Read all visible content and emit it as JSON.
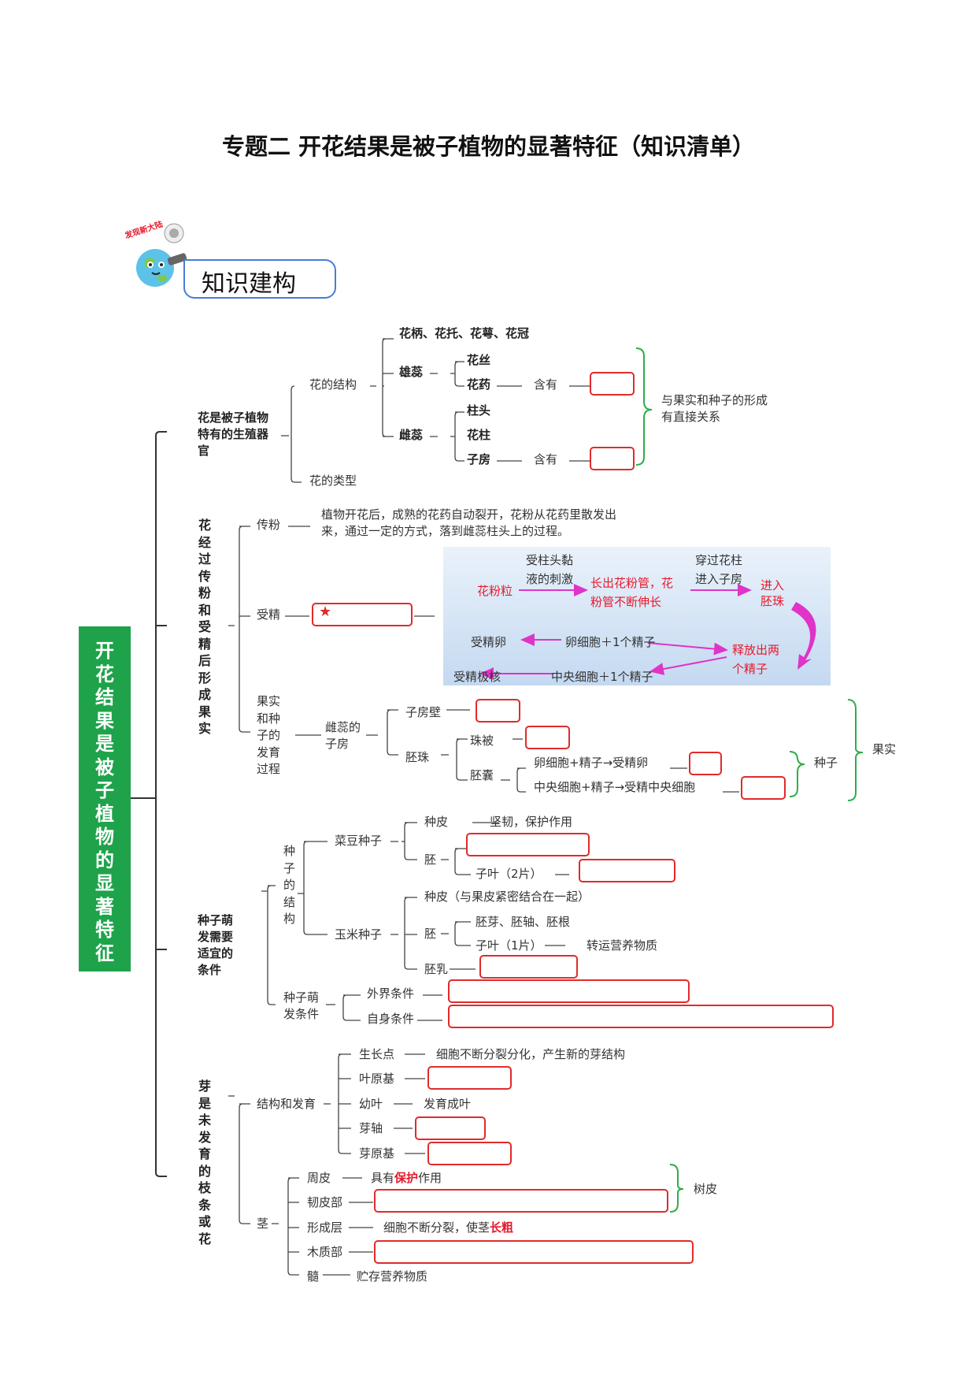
{
  "title": "专题二  开花结果是被子植物的显著特征（知识清单）",
  "section_title": "知识建构",
  "mascot_text": "发现新大陆",
  "main_topic": "开花结果是被子植物的显著特征",
  "flower": {
    "label": "花是被子植物特有的生殖器官",
    "structure": "花的结构",
    "types": "花的类型",
    "parts1": "花柄、花托、花萼、花冠",
    "stamen": "雄蕊",
    "filament": "花丝",
    "anther": "花药",
    "pistil": "雌蕊",
    "stigma": "柱头",
    "style": "花柱",
    "ovary": "子房",
    "contains": "含有",
    "relation": "与果实和种子的形成有直接关系"
  },
  "fruiting": {
    "label": "花经过传粉和受精后形成果实",
    "pollination": "传粉",
    "pollination_desc": "植物开花后，成熟的花药自动裂开，花粉从花药里散发出来，通过一定的方式，落到雌蕊柱头上的过程。",
    "fertilization": "受精",
    "star": "★",
    "fert": {
      "pollen": "花粉粒",
      "stim1": "受柱头黏",
      "stim2": "液的刺激",
      "tube1": "长出花粉管，花",
      "tube2": "粉管不断伸长",
      "through1": "穿过花柱",
      "through2": "进入子房",
      "enter1": "进入",
      "enter2": "胚珠",
      "release1": "释放出两",
      "release2": "个精子",
      "egg": "卵细胞＋1个精子",
      "central": "中央细胞＋1个精子",
      "zygote": "受精卵",
      "endo": "受精极核"
    },
    "process": "果实和种子的发育过程",
    "pistil_ovary": "雌蕊的子房",
    "ovary_wall": "子房壁",
    "ovule": "胚珠",
    "integument": "珠被",
    "embryo_sac": "胚囊",
    "egg_eq": "卵细胞+精子→受精卵",
    "central_eq": "中央细胞+精子→受精中央细胞",
    "seed": "种子",
    "fruit": "果实"
  },
  "germination": {
    "label": "种子萌发需要适宜的条件",
    "structure": "种子的结构",
    "bean": "菜豆种子",
    "bean_coat": "种皮",
    "bean_coat_desc": "坚韧，保护作用",
    "bean_embryo": "胚",
    "bean_cot": "子叶（2片）",
    "corn": "玉米种子",
    "corn_coat": "种皮（与果皮紧密结合在一起）",
    "corn_embryo": "胚",
    "corn_parts": "胚芽、胚轴、胚根",
    "corn_cot": "子叶（1片）",
    "corn_cot_desc": "转运营养物质",
    "endosperm": "胚乳",
    "conditions": "种子萌发条件",
    "external": "外界条件",
    "internal": "自身条件"
  },
  "bud": {
    "label": "芽是未发育的枝条或花",
    "structure": "结构和发育",
    "growing_point": "生长点",
    "growing_point_desc": "细胞不断分裂分化，产生新的芽结构",
    "leaf_primordium": "叶原基",
    "young_leaf": "幼叶",
    "young_leaf_desc": "发育成叶",
    "bud_axis": "芽轴",
    "bud_primordium": "芽原基",
    "stem": "茎",
    "epidermis": "周皮",
    "epi_pre": "具有",
    "epi_red": "保护",
    "epi_post": "作用",
    "phloem": "韧皮部",
    "cambium": "形成层",
    "cambium_pre": "细胞不断分裂，使茎",
    "cambium_red": "长粗",
    "xylem": "木质部",
    "pith": "髓",
    "pith_desc": "贮存营养物质",
    "bark": "树皮"
  },
  "colors": {
    "main_green": "#1ea34a",
    "answer_box": "#e02b2b",
    "bracket_green": "#2eae4a",
    "highlight_red": "#e8192c",
    "arrow_magenta": "#e033c8"
  }
}
